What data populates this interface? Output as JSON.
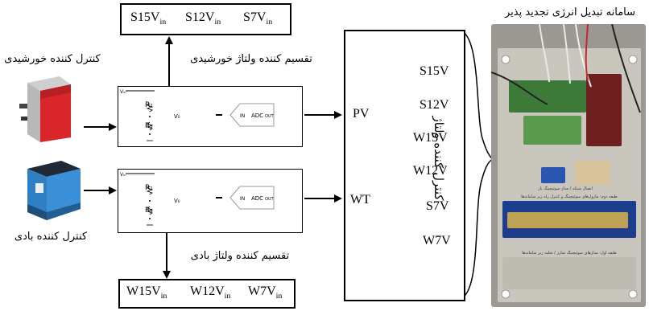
{
  "titles": {
    "system_title": "سامانه تبدیل انرژی تجدید پذیر",
    "solar_controller": "کنترل کننده خورشیدی",
    "wind_controller": "کنترل کننده بادی",
    "solar_divider": "تقسیم کننده ولتاژ خورشیدی",
    "wind_divider": "تقسیم کننده ولتاژ بادی",
    "voltage_controller": "کنترل کننده ولتاژ"
  },
  "top_outputs": [
    {
      "name": "S15V",
      "sub": "in"
    },
    {
      "name": "S12V",
      "sub": "in"
    },
    {
      "name": "S7V",
      "sub": "in"
    }
  ],
  "bottom_outputs": [
    {
      "name": "W15V",
      "sub": "in"
    },
    {
      "name": "W12V",
      "sub": "in"
    },
    {
      "name": "W7V",
      "sub": "in"
    }
  ],
  "controller": {
    "inputs": [
      "PV",
      "WT"
    ],
    "outputs": [
      "S15V",
      "S12V",
      "W15V",
      "W12V",
      "S7V",
      "W7V"
    ]
  },
  "circuit_marks": {
    "resistor_1": "R₁",
    "resistor_2": "R₂",
    "vin": "Vᵢₙ",
    "vo": "V₀",
    "adc": "ADC",
    "adc_in": "IN",
    "adc_out": "OUT"
  },
  "photo_labels": {
    "grid_label": "اتصال شبکه / مدار سوئیچینگ بار",
    "layer2": "طبقه دوم: ماژول‌های سوئیچینگ و کنترل رله زیر سامانه‌ها",
    "layer1": "طبقه اول: مدارهای سوئیچینگ شارژ / تخلیه زیر سامانه‌ها"
  },
  "colors": {
    "line": "#000000",
    "solar_red": "#d9262b",
    "wind_blue": "#2f7fc4"
  }
}
